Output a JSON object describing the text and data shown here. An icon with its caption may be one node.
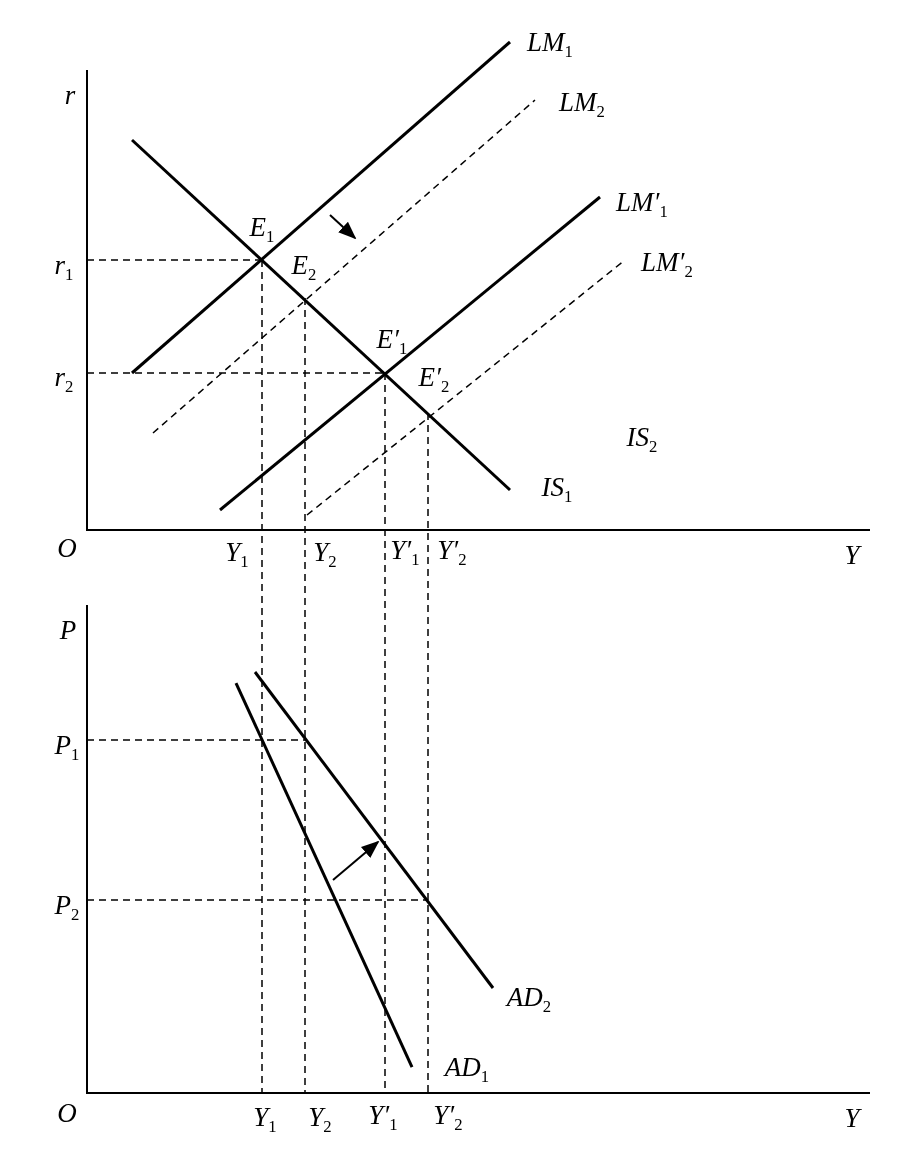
{
  "diagram": {
    "labels": [
      "r",
      "LM$_{1}$",
      "LM$_{2}$",
      "LM′$_{1}$",
      "E$_{1}$",
      "r$_{1}$",
      "E$_{2}$",
      "LM′$_{2}$",
      "E′$_{1}$",
      "r$_{2}$",
      "E′$_{2}$",
      "IS$_{2}$",
      "IS$_{1}$",
      "O",
      "Y$_{1}$",
      "Y$_{2}$",
      "Y′$_{1}$",
      "Y′$_{2}$",
      "Y",
      "P",
      "P$_{1}$",
      "P$_{2}$",
      "AD$_{2}$",
      "AD$_{1}$",
      "O",
      "Y$_{1}$",
      "Y$_{2}$",
      "Y′$_{1}$",
      "Y′$_{2}$",
      "Y"
    ]
  }
}
